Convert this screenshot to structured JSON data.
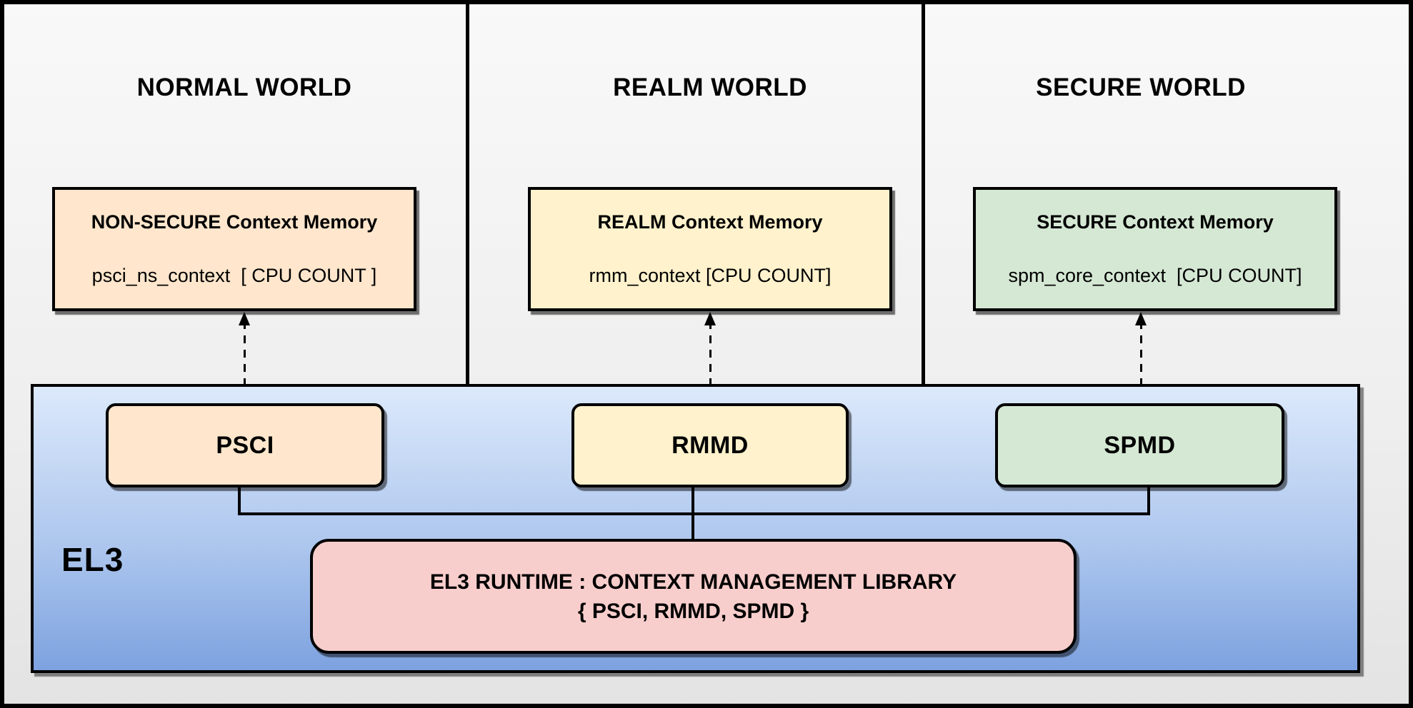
{
  "diagram": {
    "worlds": [
      {
        "title": "NORMAL WORLD",
        "memory": {
          "title": "NON-SECURE Context Memory",
          "detail": "psci_ns_context  [ CPU COUNT ]",
          "fill": "#ffe6cc"
        },
        "module": {
          "label": "PSCI",
          "fill": "#ffe6cc"
        }
      },
      {
        "title": "REALM WORLD",
        "memory": {
          "title": "REALM Context Memory",
          "detail": "rmm_context [CPU COUNT]",
          "fill": "#fff2cc"
        },
        "module": {
          "label": "RMMD",
          "fill": "#fff2cc"
        }
      },
      {
        "title": "SECURE WORLD",
        "memory": {
          "title": "SECURE Context Memory",
          "detail": "spm_core_context  [CPU COUNT]",
          "fill": "#d5e8d4"
        },
        "module": {
          "label": "SPMD",
          "fill": "#d5e8d4"
        }
      }
    ],
    "el3": {
      "label": "EL3",
      "runtime": {
        "line1": "EL3 RUNTIME : CONTEXT MANAGEMENT LIBRARY",
        "line2": "{ PSCI, RMMD, SPMD }",
        "fill": "#f8cecc"
      },
      "fill_top": "#dce9fb",
      "fill_bottom": "#7da2df"
    },
    "colors": {
      "border": "#000000",
      "panel_bg": "#f2f2f2"
    }
  }
}
